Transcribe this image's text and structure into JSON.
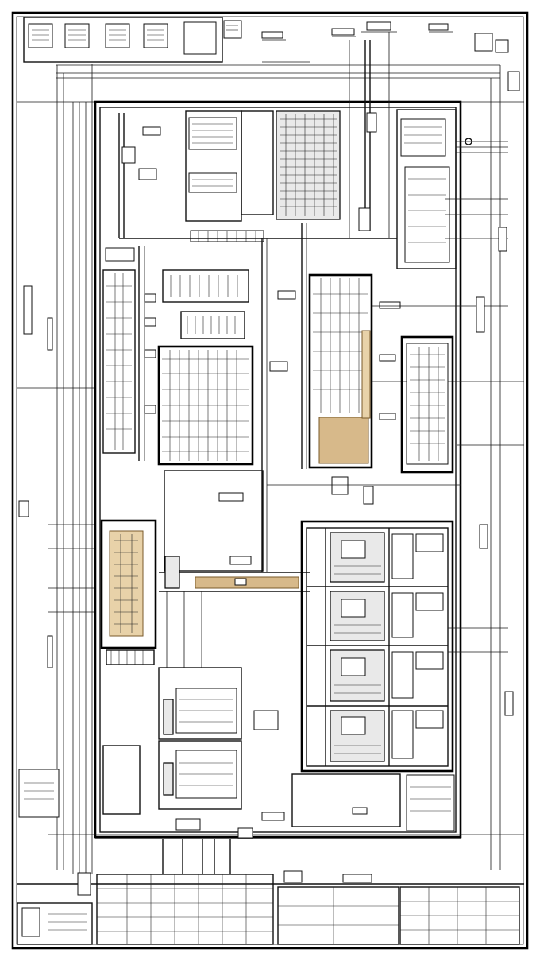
{
  "drawing": {
    "type": "electrical panel layout schematic",
    "colors": {
      "ink": "#111111",
      "paper": "#ffffff",
      "highlight_tan": "#d7b98a",
      "highlight_tan_light": "#e8d2a9"
    },
    "sections": [
      "header-block",
      "top-panel-zone",
      "center-terminal-blocks",
      "right-module-stack",
      "left-rack",
      "bottom-title-block"
    ],
    "module_stack_rows": 4
  }
}
